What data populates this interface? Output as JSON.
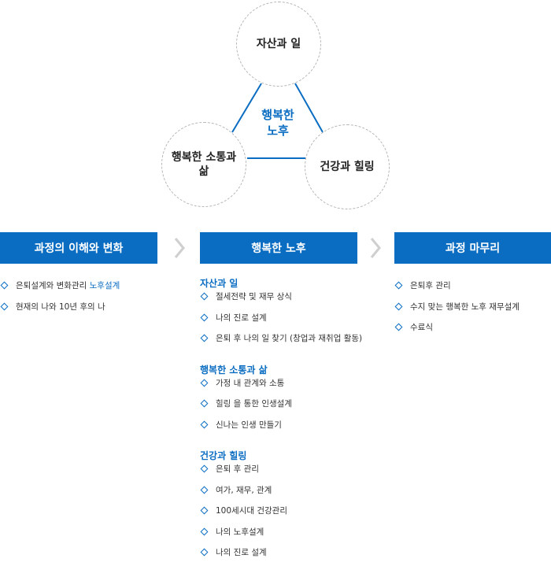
{
  "diagram": {
    "center": [
      "행복한",
      "노후"
    ],
    "top": [
      "자산과 일"
    ],
    "left": [
      "행복한 소통과",
      "삶"
    ],
    "right": [
      "건강과 힐링"
    ],
    "colors": {
      "accent": "#0a6dc2",
      "dashed_border": "#b4b4b4",
      "chevron": "#cfcfcf"
    }
  },
  "columns": [
    {
      "title": "과정의 이해와 변화",
      "items": [
        {
          "text": "은퇴설계와 변화관리 ",
          "highlight": "노후설계"
        },
        {
          "text": "현재의 나와 10년 후의 나",
          "highlight": ""
        }
      ]
    },
    {
      "title": "행복한 노후",
      "sections": [
        {
          "title": "자산과 일",
          "items": [
            "절세전략 및 재무 상식",
            "나의 진로 설계",
            "은퇴 후 나의 일 찾기 (창업과 재취업 활동)"
          ]
        },
        {
          "title": "행복한 소통과 삶",
          "items": [
            "가정 내 관계와 소통",
            "힐링 을 통한 인생설계",
            "신나는 인생 만들기"
          ]
        },
        {
          "title": "건강과 힐링",
          "items": [
            "은퇴 후 관리",
            "여가, 재무, 관계",
            "100세시대 건강관리",
            "나의 노후설계",
            "나의 진로 설계"
          ]
        }
      ]
    },
    {
      "title": "과정 마무리",
      "items": [
        {
          "text": "은퇴후 관리",
          "highlight": ""
        },
        {
          "text": "수지 맞는 행복한 노후 재무설계",
          "highlight": ""
        },
        {
          "text": "수료식",
          "highlight": ""
        }
      ]
    }
  ]
}
